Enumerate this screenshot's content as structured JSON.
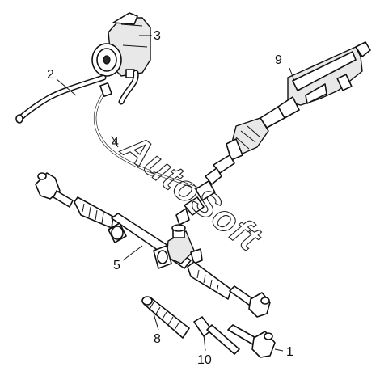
{
  "callouts": [
    {
      "id": "1",
      "label": "1"
    },
    {
      "id": "2",
      "label": "2"
    },
    {
      "id": "3",
      "label": "3"
    },
    {
      "id": "4",
      "label": "4"
    },
    {
      "id": "5",
      "label": "5"
    },
    {
      "id": "8",
      "label": "8"
    },
    {
      "id": "9",
      "label": "9"
    },
    {
      "id": "10",
      "label": "10"
    }
  ],
  "watermark": {
    "text": "AutoSoft"
  },
  "colors": {
    "line": "#111111",
    "background": "#ffffff"
  }
}
